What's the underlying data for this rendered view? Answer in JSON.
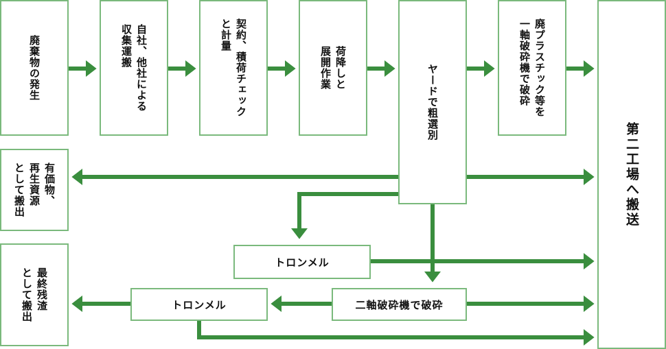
{
  "colors": {
    "arrow": "#3a8e3e",
    "box_border": "#7ab97c",
    "text": "#111111"
  },
  "boxes": {
    "waste": "廃棄物の発生",
    "transport": "自社、他社による\n収集運搬",
    "contract": "契約、積荷チェック\nと計量",
    "unload": "荷降しと\n展開作業",
    "sorting": "ヤードで粗選別",
    "shredder1": "廃プラスチック等を\n一軸破砕機で破砕",
    "factory2": "第二工場へ搬送",
    "valuables": "有価物、\n再生資源\nとして搬出",
    "final_residue": "最終残渣\nとして搬出",
    "trommel_upper": "トロンメル",
    "trommel_lower": "トロンメル",
    "shredder2": "二軸破砕機で破砕"
  }
}
